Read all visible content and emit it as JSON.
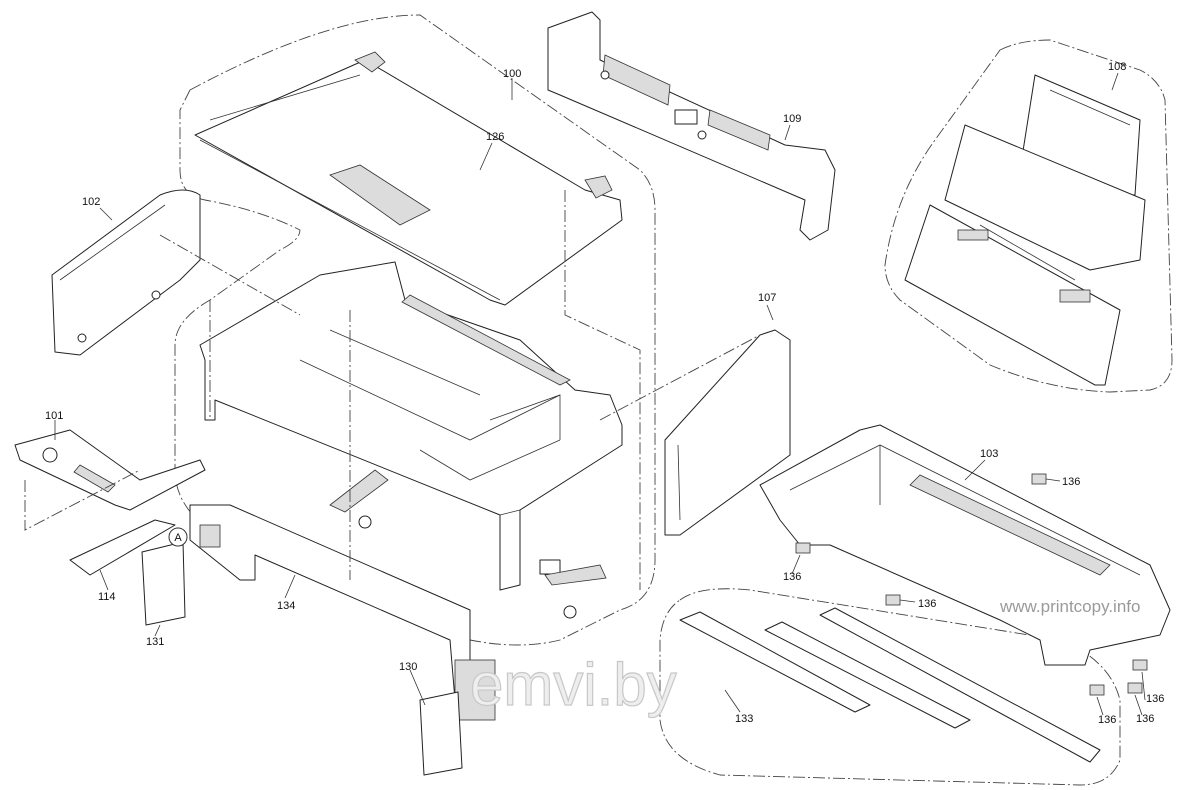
{
  "diagram": {
    "callouts": {
      "c100": "100",
      "c101": "101",
      "c102": "102",
      "c103": "103",
      "c107": "107",
      "c108": "108",
      "c109": "109",
      "c114": "114",
      "c126": "126",
      "c130": "130",
      "c131": "131",
      "c133": "133",
      "c134": "134",
      "c136a": "136",
      "c136b": "136",
      "c136c": "136",
      "c136d": "136",
      "c136e": "136",
      "c136f": "136"
    },
    "reference_marker": "A",
    "watermarks": {
      "url": "www.printcopy.info",
      "site": "emvi.by"
    }
  }
}
